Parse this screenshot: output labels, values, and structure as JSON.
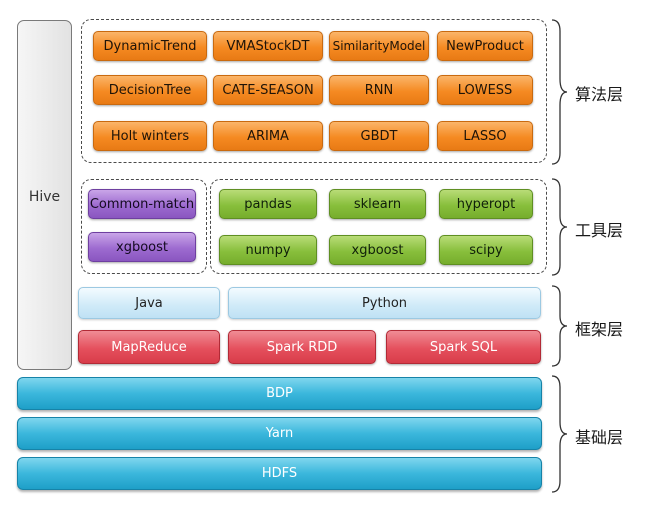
{
  "hive_label": "Hive",
  "algorithm_layer": {
    "label": "算法层",
    "items": [
      "DynamicTrend",
      "VMAStockDT",
      "SimilarityModel",
      "NewProduct",
      "DecisionTree",
      "CATE-SEASON",
      "RNN",
      "LOWESS",
      "Holt winters",
      "ARIMA",
      "GBDT",
      "LASSO"
    ]
  },
  "tool_layer": {
    "label": "工具层",
    "purple_items": [
      "Common-match",
      "xgboost"
    ],
    "green_items": [
      "pandas",
      "sklearn",
      "hyperopt",
      "numpy",
      "xgboost",
      "scipy"
    ]
  },
  "framework_layer": {
    "label": "框架层",
    "languages": [
      "Java",
      "Python"
    ],
    "engines": [
      "MapReduce",
      "Spark RDD",
      "Spark SQL"
    ]
  },
  "base_layer": {
    "label": "基础层",
    "items": [
      "BDP",
      "Yarn",
      "HDFS"
    ]
  },
  "colors": {
    "algorithm": "#f58a22",
    "tool_purple": "#9d6bd0",
    "tool_green": "#88bf3c",
    "language": "#cfeaf8",
    "engine": "#e5505d",
    "base": "#3bb7dc",
    "hive": "#e8e8e8"
  }
}
